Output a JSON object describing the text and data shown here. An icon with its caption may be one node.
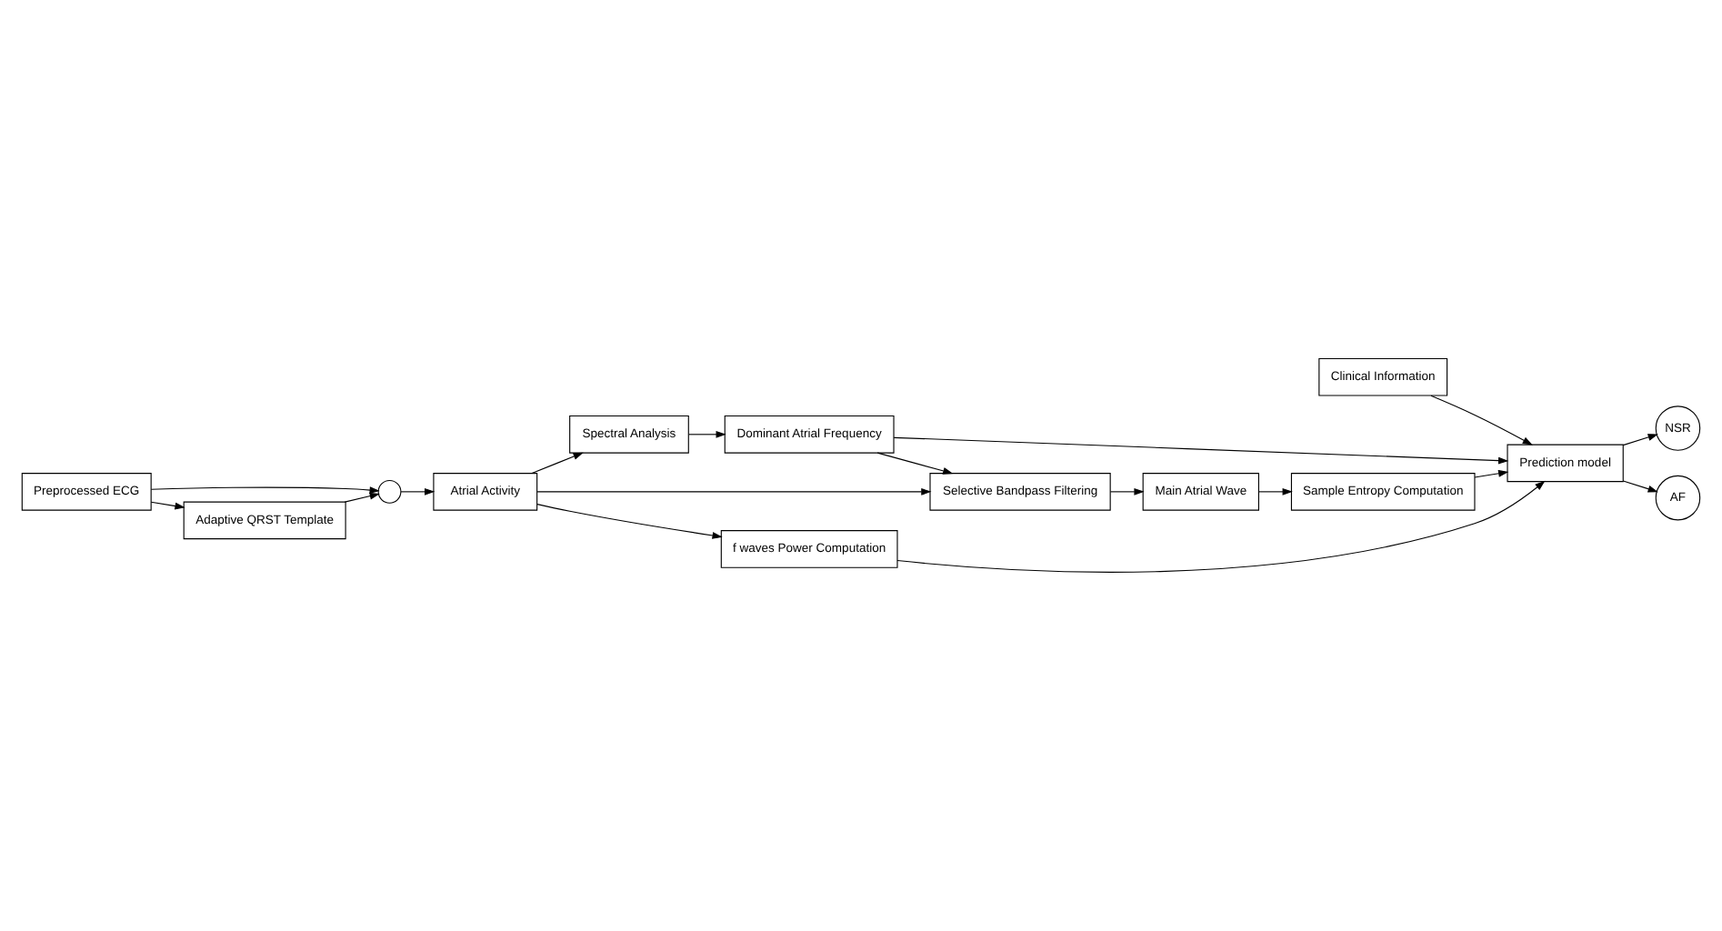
{
  "diagram": {
    "nodes": [
      {
        "text": [
          "Clinical Information"
        ]
      },
      {
        "text": [
          "Spectral Analysis"
        ]
      },
      {
        "text": [
          "Dominant Atrial Frequency"
        ]
      },
      {
        "text": [
          "Preprocessed ECG"
        ]
      },
      {
        "text": [],
        "shape": "circle"
      },
      {
        "text": [
          "Atrial Activity"
        ]
      },
      {
        "text": [
          "Selective Bandpass Filtering"
        ]
      },
      {
        "text": [
          "Adaptive QRST Template"
        ]
      },
      {
        "text": [
          "Main Atrial Wave"
        ]
      },
      {
        "text": [
          "Sample Entropy Computation"
        ]
      },
      {
        "text": [
          "Prediction model"
        ]
      },
      {
        "text": [
          "NSR"
        ]
      },
      {
        "text": [
          "AF"
        ]
      },
      {
        "text": [
          "f waves Power Computation"
        ]
      }
    ],
    "edges": [
      {
        "from": 0,
        "to": 10,
        "arrow": "to"
      },
      {
        "from": 1,
        "to": 2,
        "arrow": "to"
      },
      {
        "from": 2,
        "to": 10,
        "arrow": "to"
      },
      {
        "from": 2,
        "to": 6,
        "arrow": "to"
      },
      {
        "from": 3,
        "to": 7,
        "arrow": "to"
      },
      {
        "from": 3,
        "to": 4,
        "arrow": "to"
      },
      {
        "from": 7,
        "to": 4,
        "arrow": "to"
      },
      {
        "from": 4,
        "to": 5,
        "arrow": "to"
      },
      {
        "from": 5,
        "to": 1,
        "arrow": "to"
      },
      {
        "from": 5,
        "to": 6,
        "arrow": "to"
      },
      {
        "from": 5,
        "to": 13,
        "arrow": "to"
      },
      {
        "from": 6,
        "to": 8,
        "arrow": "to"
      },
      {
        "from": 8,
        "to": 9,
        "arrow": "to"
      },
      {
        "from": 9,
        "to": 10,
        "arrow": "to"
      },
      {
        "from": 13,
        "to": 10,
        "arrow": "to"
      },
      {
        "from": 10,
        "to": 11,
        "arrow": "to"
      },
      {
        "from": 10,
        "to": 12,
        "arrow": "to"
      }
    ]
  }
}
